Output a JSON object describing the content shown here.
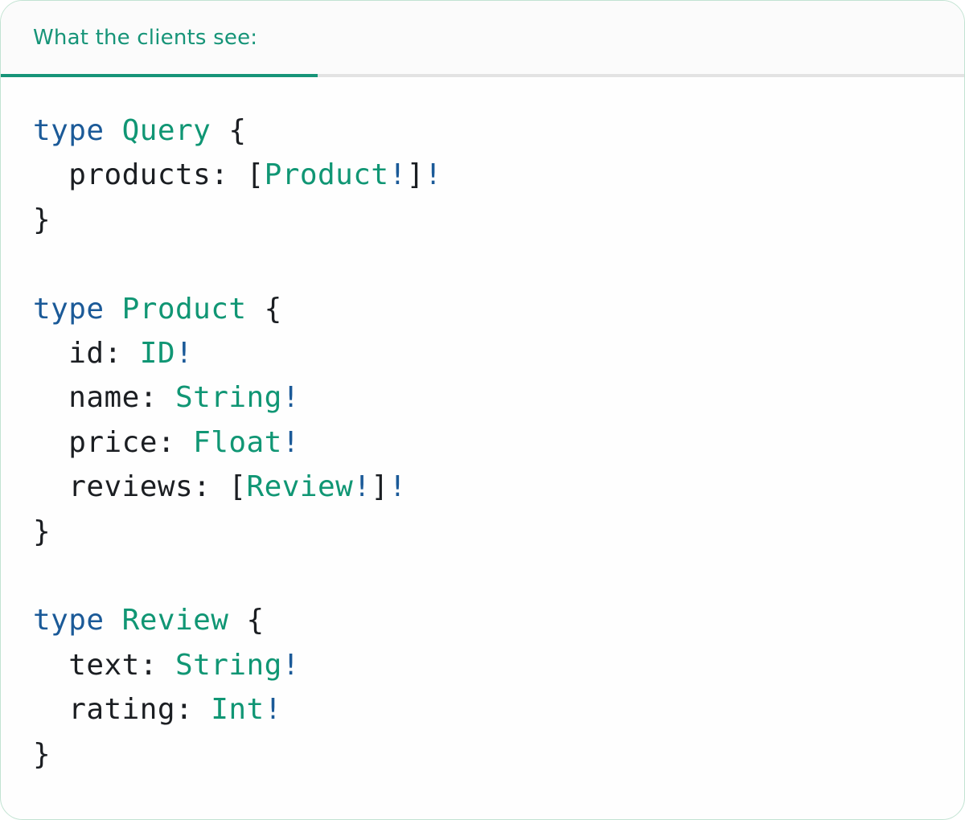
{
  "tab": {
    "label": "What the clients see:"
  },
  "colors": {
    "keyword": "#1b5a98",
    "type_name": "#109674",
    "plain": "#1b1e22",
    "bang": "#1b5a98",
    "tab_text": "#169478",
    "tab_underline": "#169478",
    "divider": "#e3e3e3",
    "header_bg": "#fbfbfb",
    "card_bg": "#fefefe",
    "card_border": "#c2e3d2"
  },
  "code": {
    "lines": [
      [
        {
          "t": "type",
          "c": "kw"
        },
        {
          "t": " ",
          "c": "pl"
        },
        {
          "t": "Query",
          "c": "ty"
        },
        {
          "t": " {",
          "c": "pl"
        }
      ],
      [
        {
          "t": "  products: [",
          "c": "pl"
        },
        {
          "t": "Product",
          "c": "ty"
        },
        {
          "t": "!",
          "c": "bg"
        },
        {
          "t": "]",
          "c": "pl"
        },
        {
          "t": "!",
          "c": "bg"
        }
      ],
      [
        {
          "t": "}",
          "c": "pl"
        }
      ],
      [],
      [
        {
          "t": "type",
          "c": "kw"
        },
        {
          "t": " ",
          "c": "pl"
        },
        {
          "t": "Product",
          "c": "ty"
        },
        {
          "t": " {",
          "c": "pl"
        }
      ],
      [
        {
          "t": "  id: ",
          "c": "pl"
        },
        {
          "t": "ID",
          "c": "ty"
        },
        {
          "t": "!",
          "c": "bg"
        }
      ],
      [
        {
          "t": "  name: ",
          "c": "pl"
        },
        {
          "t": "String",
          "c": "ty"
        },
        {
          "t": "!",
          "c": "bg"
        }
      ],
      [
        {
          "t": "  price: ",
          "c": "pl"
        },
        {
          "t": "Float",
          "c": "ty"
        },
        {
          "t": "!",
          "c": "bg"
        }
      ],
      [
        {
          "t": "  reviews: [",
          "c": "pl"
        },
        {
          "t": "Review",
          "c": "ty"
        },
        {
          "t": "!",
          "c": "bg"
        },
        {
          "t": "]",
          "c": "pl"
        },
        {
          "t": "!",
          "c": "bg"
        }
      ],
      [
        {
          "t": "}",
          "c": "pl"
        }
      ],
      [],
      [
        {
          "t": "type",
          "c": "kw"
        },
        {
          "t": " ",
          "c": "pl"
        },
        {
          "t": "Review",
          "c": "ty"
        },
        {
          "t": " {",
          "c": "pl"
        }
      ],
      [
        {
          "t": "  text: ",
          "c": "pl"
        },
        {
          "t": "String",
          "c": "ty"
        },
        {
          "t": "!",
          "c": "bg"
        }
      ],
      [
        {
          "t": "  rating: ",
          "c": "pl"
        },
        {
          "t": "Int",
          "c": "ty"
        },
        {
          "t": "!",
          "c": "bg"
        }
      ],
      [
        {
          "t": "}",
          "c": "pl"
        }
      ]
    ]
  }
}
